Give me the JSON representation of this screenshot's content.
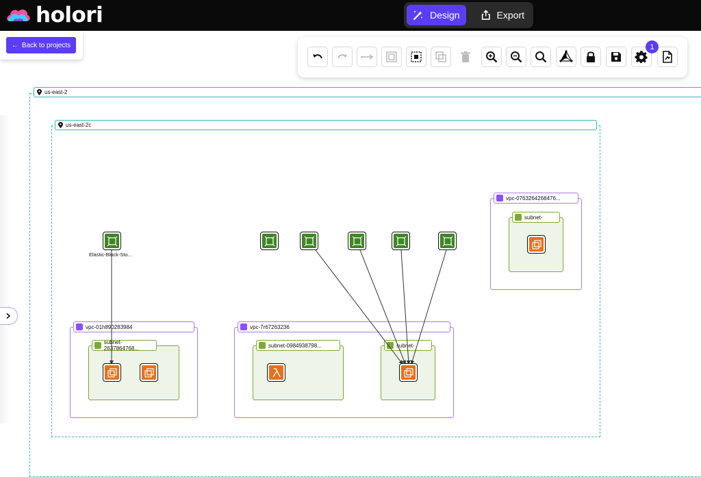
{
  "app": {
    "logo_text": "holori",
    "modes": {
      "design": "Design",
      "export": "Export"
    },
    "back_label": "Back to projects",
    "back_arrow": "←"
  },
  "toolbar": {
    "buttons": [
      {
        "name": "undo",
        "icon": "undo-icon",
        "enabled": true
      },
      {
        "name": "redo",
        "icon": "redo-icon",
        "enabled": false
      },
      {
        "name": "connect",
        "icon": "connect-icon",
        "enabled": false
      },
      {
        "name": "group",
        "icon": "group-icon",
        "enabled": false
      },
      {
        "name": "select-area",
        "icon": "select-area-icon",
        "enabled": true
      },
      {
        "name": "duplicate",
        "icon": "duplicate-icon",
        "enabled": false
      },
      {
        "name": "delete",
        "icon": "trash-icon",
        "enabled": false
      },
      {
        "name": "zoom-in",
        "icon": "zoom-in-icon",
        "enabled": true
      },
      {
        "name": "zoom-out",
        "icon": "zoom-out-icon",
        "enabled": true
      },
      {
        "name": "zoom-fit",
        "icon": "search-icon",
        "enabled": true
      },
      {
        "name": "graph",
        "icon": "graph-icon",
        "enabled": true
      },
      {
        "name": "lock",
        "icon": "lock-icon",
        "enabled": true
      },
      {
        "name": "save",
        "icon": "save-icon",
        "enabled": true
      },
      {
        "name": "settings",
        "icon": "gear-icon",
        "enabled": true
      },
      {
        "name": "document",
        "icon": "document-icon",
        "enabled": true
      }
    ],
    "notification_count": "1"
  },
  "diagram": {
    "regions": {
      "region": "us-east-2",
      "zone": "us-east-2c"
    },
    "vpcs": {
      "a": "vpc-01h890283984",
      "b": "vpc-7r67263236",
      "c": "vpc-0763264268476..."
    },
    "subnets": {
      "a": "subnet-2637864768...",
      "b": "subnet-0984938798...",
      "c": "subnet-",
      "d": "subnet-"
    },
    "nodes": {
      "ebs_caption": "Elastic-Block-Sto..."
    }
  },
  "colors": {
    "accent": "#5b3df5",
    "region": "#3bb5b5",
    "vpc": "#a97be8",
    "subnet": "#7aa83a",
    "ebs": "#3f8624",
    "ec2": "#e8701a"
  }
}
